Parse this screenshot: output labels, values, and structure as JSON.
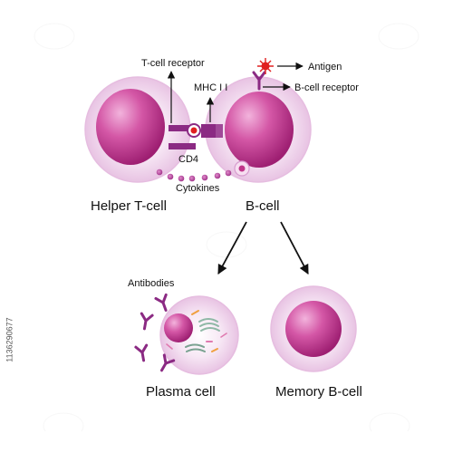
{
  "labels": {
    "tcell_receptor": "T-cell receptor",
    "mhc": "MHC I I",
    "antigen": "Antigen",
    "bcell_receptor": "B-cell receptor",
    "cd4": "CD4",
    "cytokines": "Cytokines",
    "helper_tcell": "Helper T-cell",
    "bcell": "B-cell",
    "antibodies": "Antibodies",
    "plasma_cell": "Plasma cell",
    "memory_bcell": "Memory B-cell"
  },
  "stock_id": "1136290677",
  "colors": {
    "cell_body": "#f0d4ec",
    "nucleus": "#c0358a",
    "receptor_purple": "#8b2a83",
    "antigen_red": "#e02020",
    "arrow": "#111111"
  }
}
